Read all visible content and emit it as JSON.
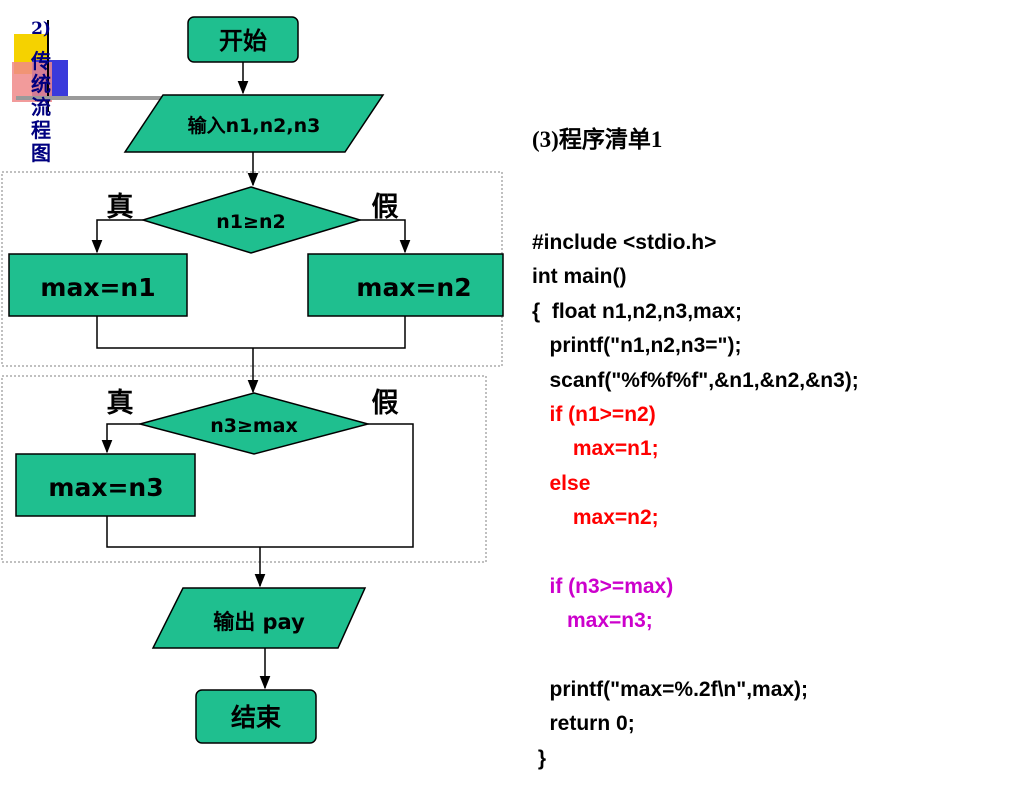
{
  "side_label": {
    "number": "2)",
    "chars": [
      "传",
      "统",
      "流",
      "程",
      "图"
    ]
  },
  "flowchart": {
    "start": "开始",
    "input": "输入n1,n2,n3",
    "decision1": {
      "condition": "n1≥n2",
      "true_label": "真",
      "false_label": "假"
    },
    "assign1_true": "max=n1",
    "assign1_false": "max=n2",
    "decision2": {
      "condition": "n3≥max",
      "true_label": "真",
      "false_label": "假"
    },
    "assign2_true": "max=n3",
    "output": "输出 pay",
    "end": "结束"
  },
  "program": {
    "title": "(3)程序清单1",
    "lines": [
      {
        "text": "#include <stdio.h>",
        "color": "#000000"
      },
      {
        "text": "int main()",
        "color": "#000000"
      },
      {
        "text": "{  float n1,n2,n3,max;",
        "color": "#000000"
      },
      {
        "text": "   printf(\"n1,n2,n3=\");",
        "color": "#000000"
      },
      {
        "text": "   scanf(\"%f%f%f\",&n1,&n2,&n3);",
        "color": "#000000"
      },
      {
        "text": "   if (n1>=n2)",
        "color": "#ff0000"
      },
      {
        "text": "       max=n1;",
        "color": "#ff0000"
      },
      {
        "text": "   else",
        "color": "#ff0000"
      },
      {
        "text": "       max=n2;",
        "color": "#ff0000"
      },
      {
        "text": "",
        "color": "#000000"
      },
      {
        "text": "   if (n3>=max)",
        "color": "#cc00cc"
      },
      {
        "text": "      max=n3;",
        "color": "#cc00cc"
      },
      {
        "text": "",
        "color": "#000000"
      },
      {
        "text": "   printf(\"max=%.2f\\n\",max);",
        "color": "#000000"
      },
      {
        "text": "   return 0;",
        "color": "#000000"
      },
      {
        "text": " }",
        "color": "#000000"
      }
    ]
  },
  "colors": {
    "shape_fill": "#1fbf8f",
    "shape_stroke": "#000000",
    "side_label": "#000080",
    "deco_yellow": "#f5d200",
    "deco_blue": "#3a3adb",
    "deco_red": "#f08a8a"
  }
}
